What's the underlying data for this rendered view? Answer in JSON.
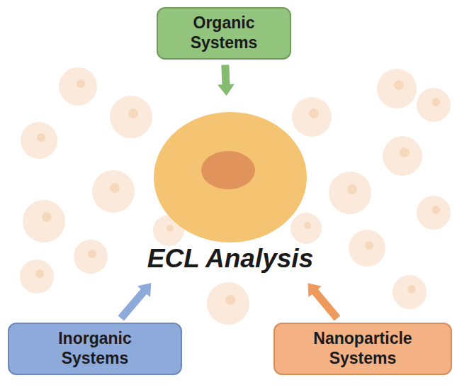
{
  "diagram": {
    "nodes": [
      {
        "text": [
          "Organic Systems"
        ]
      },
      {
        "text": [
          "ECL Analysis"
        ]
      },
      {
        "text": [
          "Inorganic Systems"
        ]
      },
      {
        "text": [
          "Nanoparticle Systems"
        ]
      }
    ],
    "edges": [
      {
        "from": 0,
        "to": 1,
        "arrow": "to"
      },
      {
        "from": 2,
        "to": 1,
        "arrow": "to"
      },
      {
        "from": 3,
        "to": 1,
        "arrow": "to"
      }
    ]
  }
}
